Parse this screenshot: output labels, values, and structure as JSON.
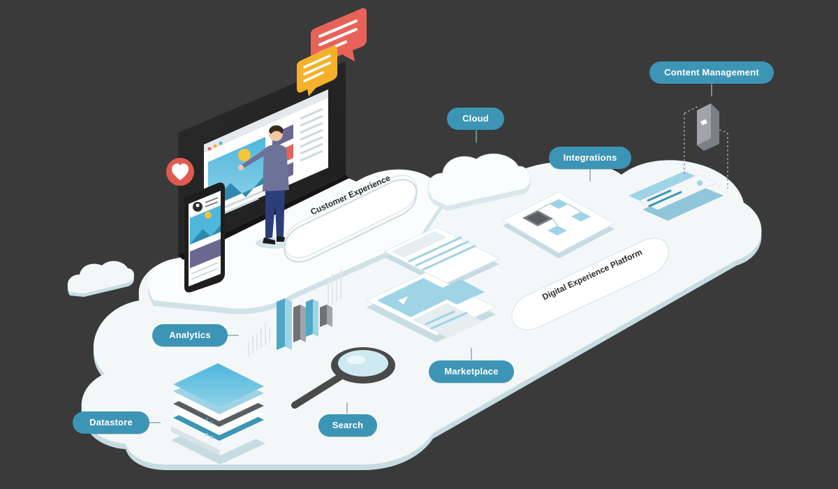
{
  "labels": {
    "content_management": "Content Management",
    "cloud": "Cloud",
    "integrations": "Integrations",
    "analytics": "Analytics",
    "marketplace": "Marketplace",
    "datastore": "Datastore",
    "search": "Search",
    "customer_experience": "Customer Experience",
    "digital_experience_platform": "Digital Experience Platform"
  },
  "colors": {
    "background": "#3a3a3a",
    "accent": "#3c95b5",
    "cloud": "#f4f7f8",
    "cloud_shadow": "#c7dbe2",
    "light_blue": "#9fd3e6",
    "grey": "#7c7f86",
    "red_bubble": "#e8625a",
    "yellow_bubble": "#f4b12a",
    "heart_badge": "#e25a4f",
    "purple_block": "#6b6890"
  },
  "icons": [
    "heart-icon",
    "chat-bubble-icon",
    "user-avatar-icon",
    "magnifier-icon",
    "play-icon",
    "server-icon",
    "document-icon"
  ]
}
